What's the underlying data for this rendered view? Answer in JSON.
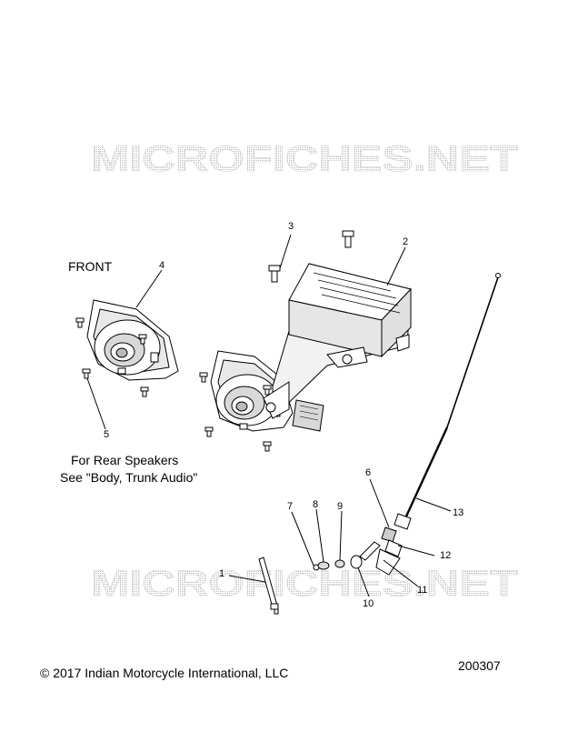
{
  "watermark": {
    "text": "MICROFICHES.NET"
  },
  "labels": {
    "front": "FRONT",
    "rear_note_line1": "For Rear Speakers",
    "rear_note_line2": "See \"Body, Trunk Audio\""
  },
  "callouts": [
    "1",
    "2",
    "3",
    "4",
    "5",
    "6",
    "7",
    "8",
    "9",
    "10",
    "11",
    "12",
    "13"
  ],
  "footer": {
    "copyright": "© 2017 Indian Motorcycle International, LLC",
    "diagram_id": "200307"
  }
}
